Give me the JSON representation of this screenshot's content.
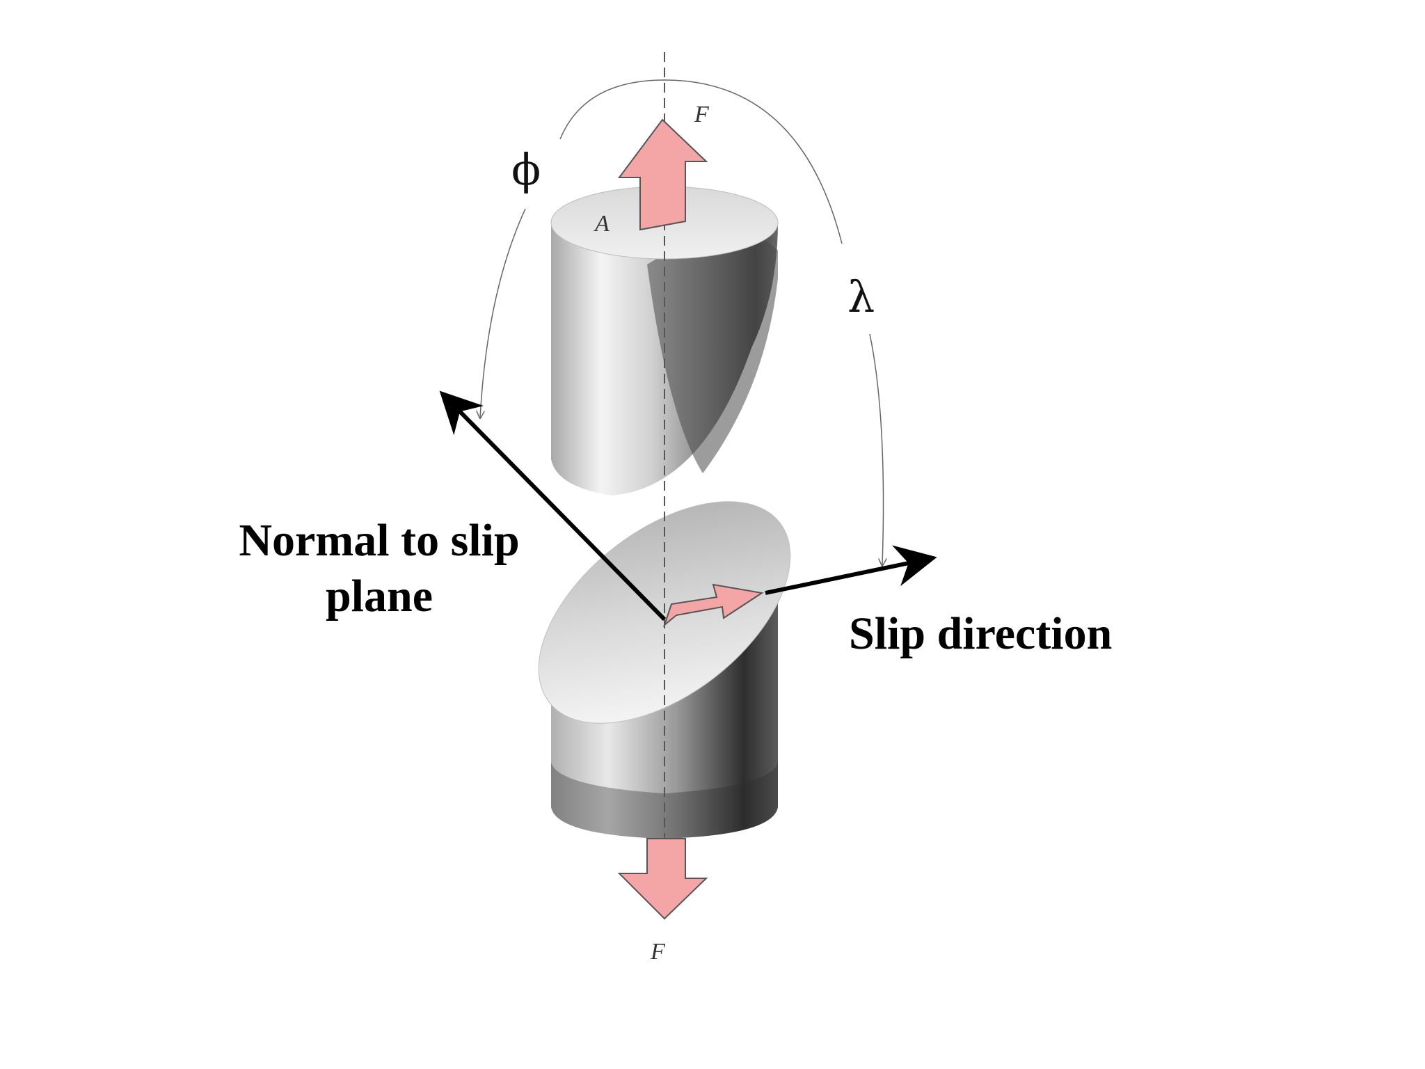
{
  "labels": {
    "force_top": "F",
    "force_bottom": "F",
    "area": "A",
    "phi": "ϕ",
    "lambda": "λ",
    "normal_line1": "Normal to slip",
    "normal_line2": "plane",
    "slip_direction": "Slip direction"
  },
  "colors": {
    "force_arrow_fill": "#f4a6a6",
    "force_arrow_stroke": "#555555",
    "vector": "#000000",
    "cylinder_light": "#f2f2f2",
    "cylinder_dark": "#3a3a3a"
  }
}
